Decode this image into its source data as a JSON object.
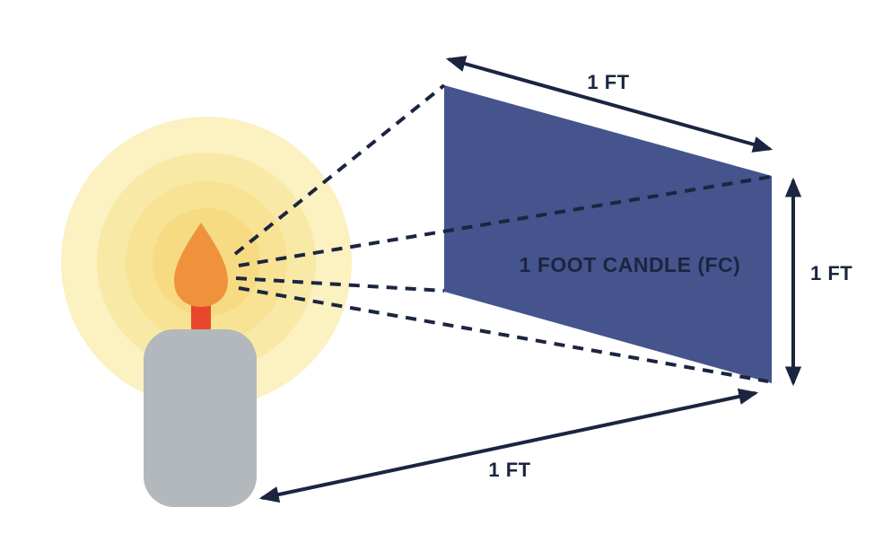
{
  "figure": {
    "labels": {
      "panel": "1 FOOT CANDLE (FC)",
      "top_dimension": "1 FT",
      "right_dimension": "1 FT",
      "bottom_dimension": "1 FT"
    },
    "colors": {
      "ink": "#1B2540",
      "panel_blue": "#45548D",
      "candle_body_gray": "#B3B8BC",
      "flame_orange": "#F0913C",
      "wick_red": "#E8472E",
      "glow_yellows": [
        "#FBF1C1",
        "#F9E9A6",
        "#F8E294",
        "#F6DB82"
      ]
    },
    "icons": {
      "candle": "candle-icon",
      "flame": "flame-icon",
      "light_rays": "dashed-ray-line",
      "dimension_arrows": "double-headed-arrow"
    }
  }
}
